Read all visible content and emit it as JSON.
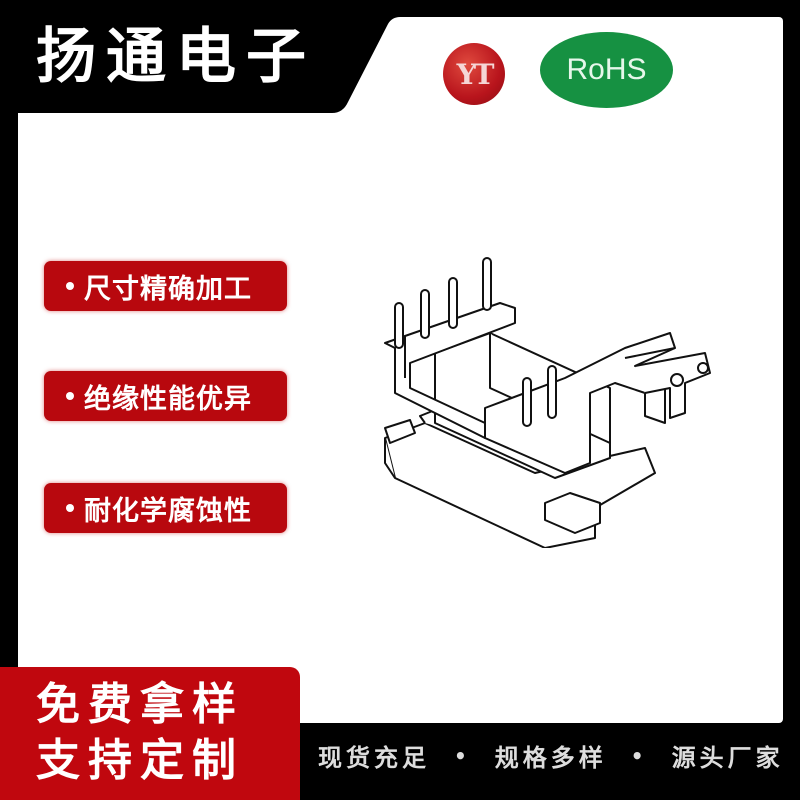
{
  "header": {
    "brand_title": "扬通电子",
    "logo_text": "YT",
    "certification_badge": "RoHS"
  },
  "features": [
    {
      "label": "尺寸精确加工"
    },
    {
      "label": "绝缘性能优异"
    },
    {
      "label": "耐化学腐蚀性"
    }
  ],
  "product": {
    "icon": "transformer-bobbin-drawing"
  },
  "promo": {
    "line1": "免费拿样",
    "line2": "支持定制"
  },
  "footer": {
    "items": [
      "现货充足",
      "规格多样",
      "源头厂家"
    ],
    "separator": "•"
  },
  "colors": {
    "frame": "#000000",
    "accent_red": "#b8080e",
    "rohs_green": "#169142",
    "panel": "#ffffff"
  }
}
